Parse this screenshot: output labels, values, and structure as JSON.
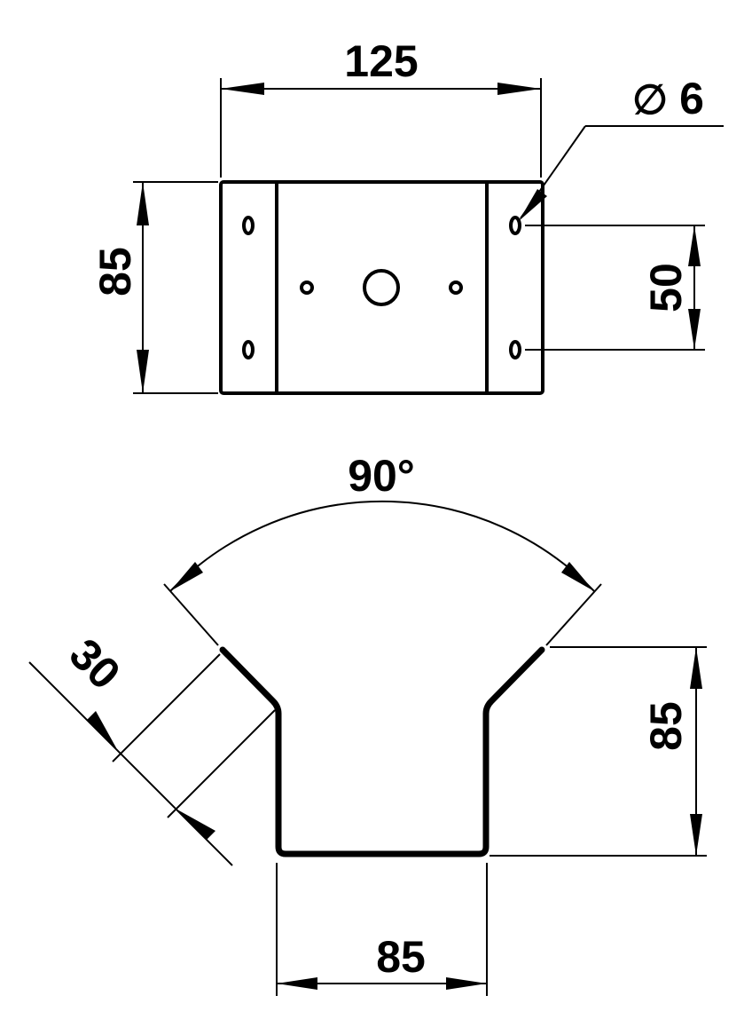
{
  "top_view": {
    "width_label": "125",
    "height_label": "85",
    "hole_spacing_label": "50",
    "hole_diameter_label": "6",
    "diameter_symbol": "∅"
  },
  "section_view": {
    "angle_label": "90°",
    "flange_label": "30",
    "height_label": "85",
    "width_label": "85"
  },
  "colors": {
    "line": "#000000",
    "background": "#ffffff"
  }
}
